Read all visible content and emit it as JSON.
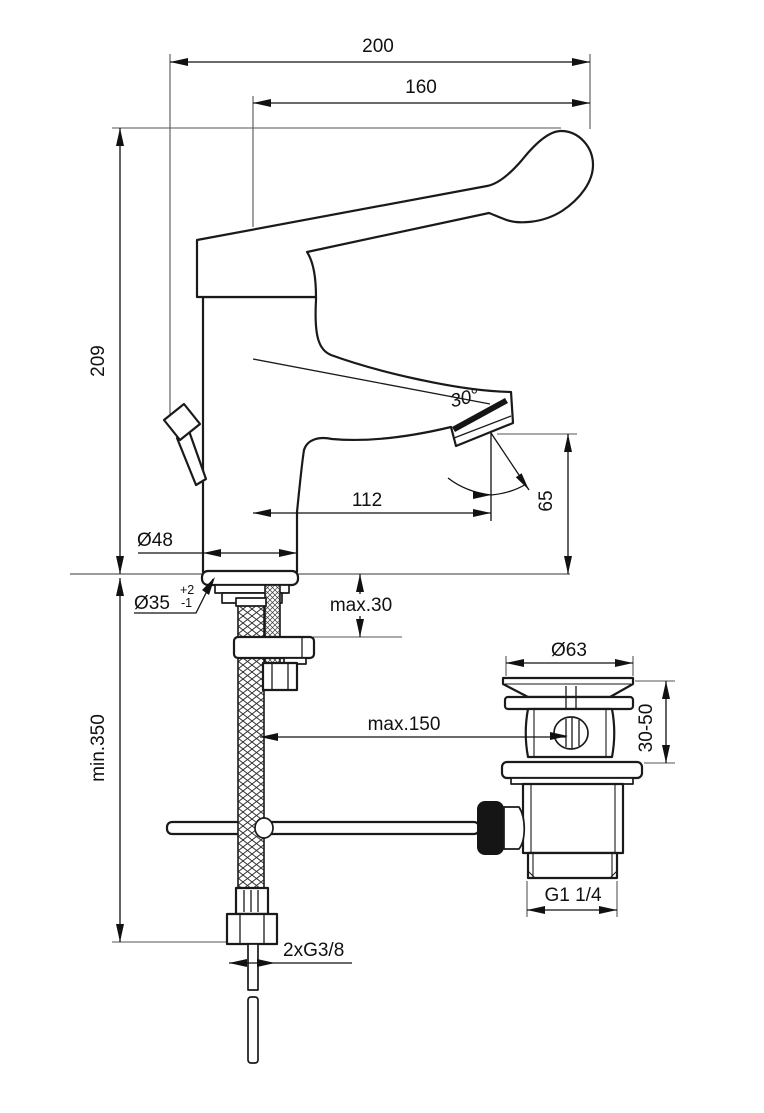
{
  "drawing": {
    "background": "#ffffff",
    "line_color": "#1a1a1a",
    "dimensions": {
      "overall_depth": "200",
      "lever_reach": "160",
      "height": "209",
      "spout_reach": "112",
      "spout_angle": "30°",
      "spout_height": "65",
      "base_diameter": "Ø48",
      "hole_diameter": "Ø35",
      "hole_tolerance_plus": "+2",
      "hole_tolerance_minus": "-1",
      "deck_max_thickness": "max.30",
      "waste_flange_diameter": "Ø63",
      "waste_depth_range": "30-50",
      "hose_max_offset": "max.150",
      "hose_min_length": "min.350",
      "waste_outlet_thread": "G1 1/4",
      "supply_connection": "2xG3/8"
    }
  }
}
